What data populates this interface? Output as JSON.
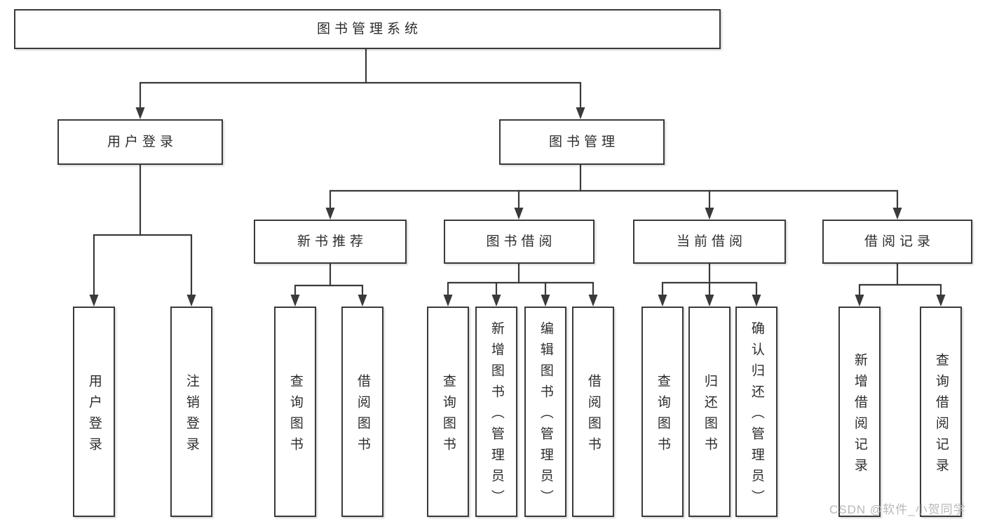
{
  "diagram_type": "function-structure-tree",
  "root": {
    "label": "图书管理系统"
  },
  "branches": [
    {
      "label": "用户登录",
      "children": [
        {
          "label": "用户登录"
        },
        {
          "label": "注销登录"
        }
      ]
    },
    {
      "label": "图书管理",
      "children": [
        {
          "label": "新书推荐",
          "children": [
            {
              "label": "查询图书"
            },
            {
              "label": "借阅图书"
            }
          ]
        },
        {
          "label": "图书借阅",
          "children": [
            {
              "label": "查询图书"
            },
            {
              "label": "新增图书（管理员）"
            },
            {
              "label": "编辑图书（管理员）"
            },
            {
              "label": "借阅图书"
            }
          ]
        },
        {
          "label": "当前借阅",
          "children": [
            {
              "label": "查询图书"
            },
            {
              "label": "归还图书"
            },
            {
              "label": "确认归还（管理员）"
            }
          ]
        },
        {
          "label": "借阅记录",
          "children": [
            {
              "label": "新增借阅记录"
            },
            {
              "label": "查询借阅记录"
            }
          ]
        }
      ]
    }
  ],
  "watermark": {
    "text": "CSDN @软件_小贺同学"
  },
  "colors": {
    "line": "#3a3a3a",
    "box_border": "#3a3a3a",
    "box_fill": "#ffffff",
    "text": "#2d2d30",
    "watermark": "#b5b5b6",
    "background": "#ffffff"
  }
}
